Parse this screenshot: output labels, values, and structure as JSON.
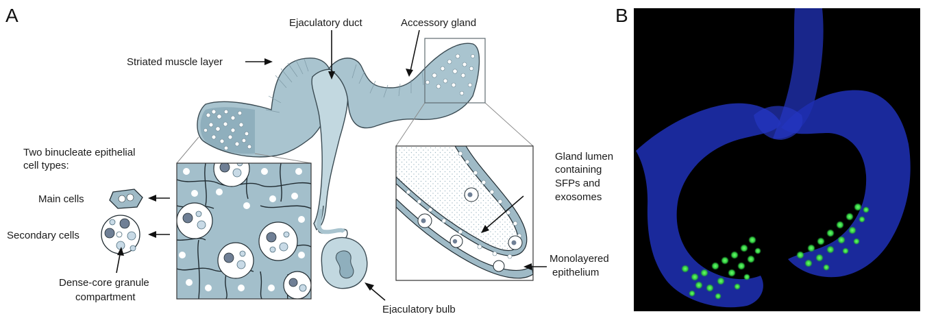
{
  "panel_a": {
    "letter": "A",
    "labels": {
      "ejaculatory_duct": "Ejaculatory duct",
      "accessory_gland": "Accessory gland",
      "striated_muscle": "Striated muscle layer",
      "two_binucleate_line1": "Two binucleate epithelial",
      "two_binucleate_line2": "cell types:",
      "main_cells": "Main cells",
      "secondary_cells": "Secondary cells",
      "dense_core_line1": "Dense-core granule",
      "dense_core_line2": "compartment",
      "gland_lumen_line1": "Gland lumen",
      "gland_lumen_line2": "containing",
      "gland_lumen_line3": "SFPs and",
      "gland_lumen_line4": "exosomes",
      "monolayered_line1": "Monolayered",
      "monolayered_line2": "epithelium",
      "ejaculatory_bulb": "Ejaculatory bulb"
    }
  },
  "panel_b": {
    "letter": "B"
  },
  "colors": {
    "tissue": "#a9c4cf",
    "dark_nucleus": "#6f7f95",
    "stain_blue": "#1e2fb0",
    "stain_green": "#39d24a",
    "background_dark": "#000000"
  }
}
